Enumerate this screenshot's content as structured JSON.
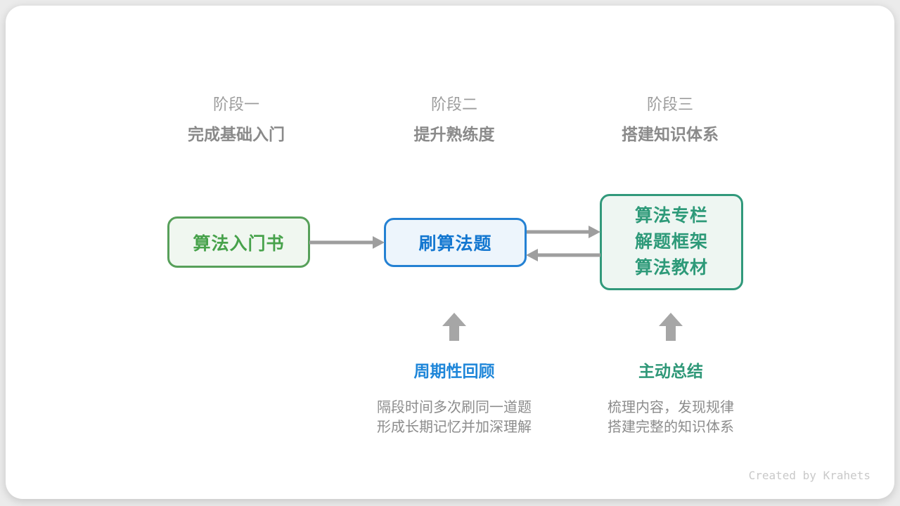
{
  "stages": [
    {
      "label": "阶段一",
      "subtitle": "完成基础入门"
    },
    {
      "label": "阶段二",
      "subtitle": "提升熟练度"
    },
    {
      "label": "阶段三",
      "subtitle": "搭建知识体系"
    }
  ],
  "nodes": {
    "intro_book": {
      "label": "算法入门书",
      "border_color": "#57a05a",
      "text_color": "#47a24b",
      "bg_color": "#f0f7f0"
    },
    "practice": {
      "label": "刷算法题",
      "border_color": "#2481d3",
      "text_color": "#1377d0",
      "bg_color": "#edf5fc"
    },
    "resources": {
      "lines": [
        "算法专栏",
        "解题框架",
        "算法教材"
      ],
      "border_color": "#31997b",
      "text_color": "#2e9a79",
      "bg_color": "#eef6f2"
    }
  },
  "annotations": [
    {
      "title": "周期性回顾",
      "title_color": "#1e86d9",
      "desc_lines": [
        "隔段时间多次刷同一道题",
        "形成长期记忆并加深理解"
      ]
    },
    {
      "title": "主动总结",
      "title_color": "#2f9878",
      "desc_lines": [
        "梳理内容，发现规律",
        "搭建完整的知识体系"
      ]
    }
  ],
  "arrows": {
    "connector_color": "#9e9e9e",
    "up_arrow_color": "#a6a6a6"
  },
  "credit": "Created by Krahets"
}
